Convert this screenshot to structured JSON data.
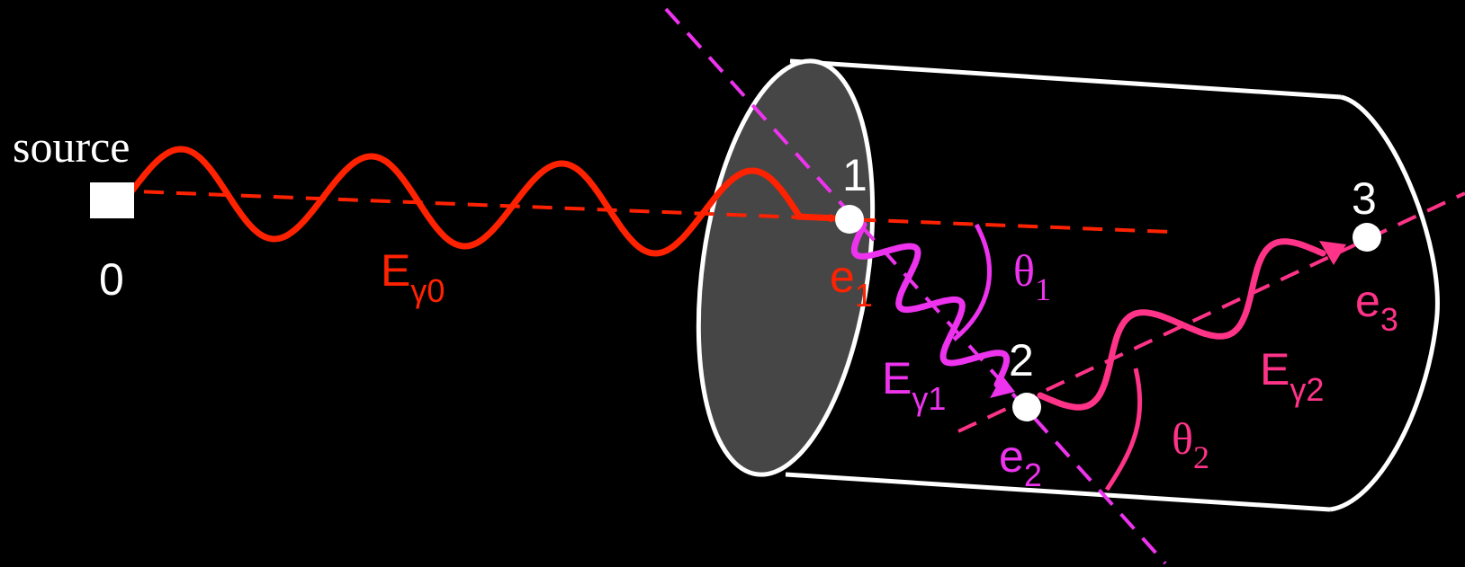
{
  "labels": {
    "source": "source",
    "point_0": "0",
    "point_1": "1",
    "point_2": "2",
    "point_3": "3",
    "energy_0": {
      "main": "E",
      "sub": "γ0"
    },
    "energy_1": {
      "main": "E",
      "sub": "γ1"
    },
    "energy_2": {
      "main": "E",
      "sub": "γ2"
    },
    "electron_1": {
      "main": "e",
      "sub": "1"
    },
    "electron_2": {
      "main": "e",
      "sub": "2"
    },
    "electron_3": {
      "main": "e",
      "sub": "3"
    },
    "theta_1": {
      "main": "θ",
      "sub": "1"
    },
    "theta_2": {
      "main": "θ",
      "sub": "2"
    }
  },
  "colors": {
    "background": "#000000",
    "gamma_0": "#ff2200",
    "gamma_1": "#ee33ee",
    "gamma_2": "#ff3388",
    "detector_outline": "#ffffff",
    "detector_face": "#464646",
    "marker": "#ffffff"
  }
}
